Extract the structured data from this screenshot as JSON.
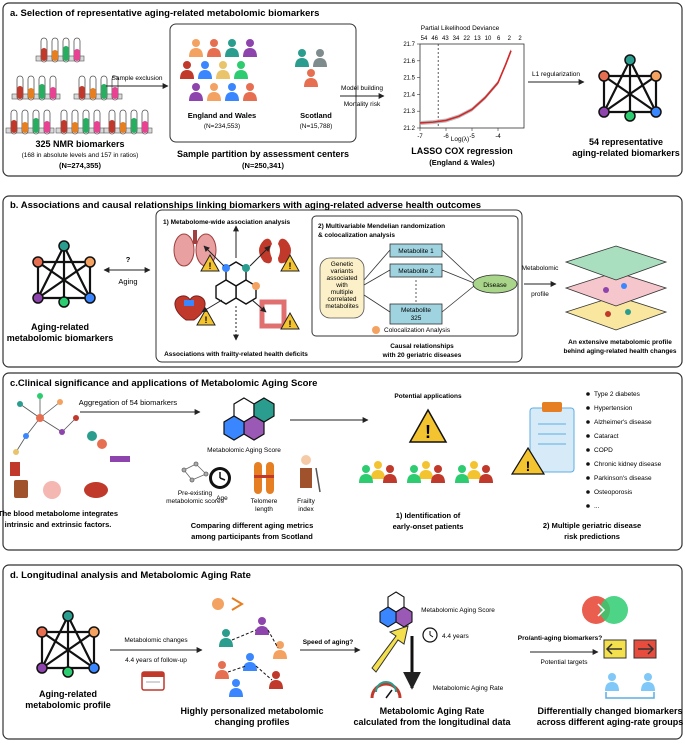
{
  "panel_a": {
    "title": "a. Selection of representative aging-related metabolomic biomarkers",
    "nmr_title": "325 NMR biomarkers",
    "nmr_sub": "(168 in absolute levels and 157 in ratios)",
    "nmr_n": "(N=274,355)",
    "sample_exclusion": "Sample exclusion",
    "england_label": "England and Wales",
    "england_n": "(N=234,553)",
    "scotland_label": "Scotland",
    "scotland_n": "(N=15,788)",
    "partition_label": "Sample partition by assessment centers",
    "partition_n": "(N=250,341)",
    "model_building": "Model building",
    "mortality_risk": "Mortality risk",
    "lasso_title": "LASSO COX regression",
    "lasso_sub": "(England & Wales)",
    "l1": "L1 regularization",
    "rep_count": "54 representative",
    "rep_label": "aging-related biomarkers",
    "chart_ylabel": "Partial Likelihood Deviance",
    "chart_xlabel": "Log(λ)"
  },
  "panel_b": {
    "title": "b. Associations and causal relationships linking biomarkers with aging-related adverse health outcomes",
    "network_label_1": "Aging-related",
    "network_label_2": "metabolomic biomarkers",
    "question": "?",
    "aging": "Aging",
    "mwas": "1) Metabolome-wide association analysis",
    "mwas_caption": "Associations with frailty-related health deficits",
    "mr_title_1": "2) Multivariable Mendelian randomization",
    "mr_title_2": "& colocalization analysis",
    "genetic_1": "Genetic",
    "genetic_2": "variants",
    "genetic_3": "associated",
    "genetic_4": "with",
    "genetic_5": "multiple",
    "genetic_6": "correlated",
    "genetic_7": "metabolites",
    "metabolite1": "Metabolite 1",
    "metabolite2": "Metabolite 2",
    "metabolite325_1": "Metabolite",
    "metabolite325_2": "325",
    "disease": "Disease",
    "coloc": "Colocalization Analysis",
    "causal_1": "Causal relationships",
    "causal_2": "with 20 geriatric diseases",
    "metabolomic_profile_1": "Metabolomic",
    "metabolomic_profile_2": "profile",
    "extensive_1": "An extensive metabolomic profile",
    "extensive_2": "behind aging-related health changes"
  },
  "panel_c": {
    "title": "c.Clinical significance and applications of Metabolomic Aging Score",
    "aggregation": "Aggregation of 54 biomarkers",
    "mas": "Metabolomic Aging Score",
    "potential": "Potential applications",
    "blood_1": "The blood metabolome integrates",
    "blood_2": "intrinsic and extrinsic factors.",
    "preexisting_1": "Pre-existing",
    "preexisting_2": "metabolomic scores",
    "age": "Age",
    "telomere_1": "Telomere",
    "telomere_2": "length",
    "frailty_1": "Frailty",
    "frailty_2": "index",
    "compare_1": "Comparing different aging metrics",
    "compare_2": "among participants from Scotland",
    "ident_1": "1) Identification of",
    "ident_2": "early-onset patients",
    "multi_1": "2) Multiple geriatric disease",
    "multi_2": "risk predictions",
    "diseases": [
      "Type 2 diabetes",
      "Hypertension",
      "Alzheimer's disease",
      "Cataract",
      "COPD",
      "Chronic kidney disease",
      "Parkinson's disease",
      "Osteoporosis",
      "..."
    ]
  },
  "panel_d": {
    "title": "d. Longitudinal analysis and Metabolomic Aging Rate",
    "profile_1": "Aging-related",
    "profile_2": "metabolomic profile",
    "changes": "Metabolomic changes",
    "followup": "4.4 years of follow-up",
    "personal_1": "Highly personalized metabolomic",
    "personal_2": "changing profiles",
    "speed": "Speed of aging?",
    "mas": "Metabolomic Aging Score",
    "years": "4.4 years",
    "mar": "Metabolomic Aging Rate",
    "mar_caption_1": "Metabolomic Aging Rate",
    "mar_caption_2": "calculated from the longitudinal data",
    "pro_anti": "Pro/anti-aging biomarkers?",
    "targets": "Potential targets",
    "diff_1": "Differentially changed biomarkers",
    "diff_2": "across different aging-rate groups"
  },
  "chart_data": {
    "type": "line",
    "title": "",
    "xlabel": "Log(λ)",
    "ylabel": "Partial Likelihood Deviance",
    "xlim": [
      -7,
      -3
    ],
    "ylim": [
      21.2,
      21.7
    ],
    "xticks": [
      -7,
      -6,
      -5,
      -4
    ],
    "yticks": [
      21.2,
      21.3,
      21.4,
      21.5,
      21.6,
      21.7
    ],
    "top_ticks": [
      "54",
      "46",
      "43",
      "34",
      "22",
      "13",
      "10",
      "6",
      "2",
      "2"
    ],
    "series": [
      {
        "x": [
          -7.0,
          -6.5,
          -6.0,
          -5.5,
          -5.0,
          -4.5,
          -4.0,
          -3.7,
          -3.5
        ],
        "y": [
          21.23,
          21.235,
          21.245,
          21.27,
          21.31,
          21.38,
          21.47,
          21.58,
          21.66
        ]
      }
    ],
    "vline": -6.3,
    "grid": false
  }
}
